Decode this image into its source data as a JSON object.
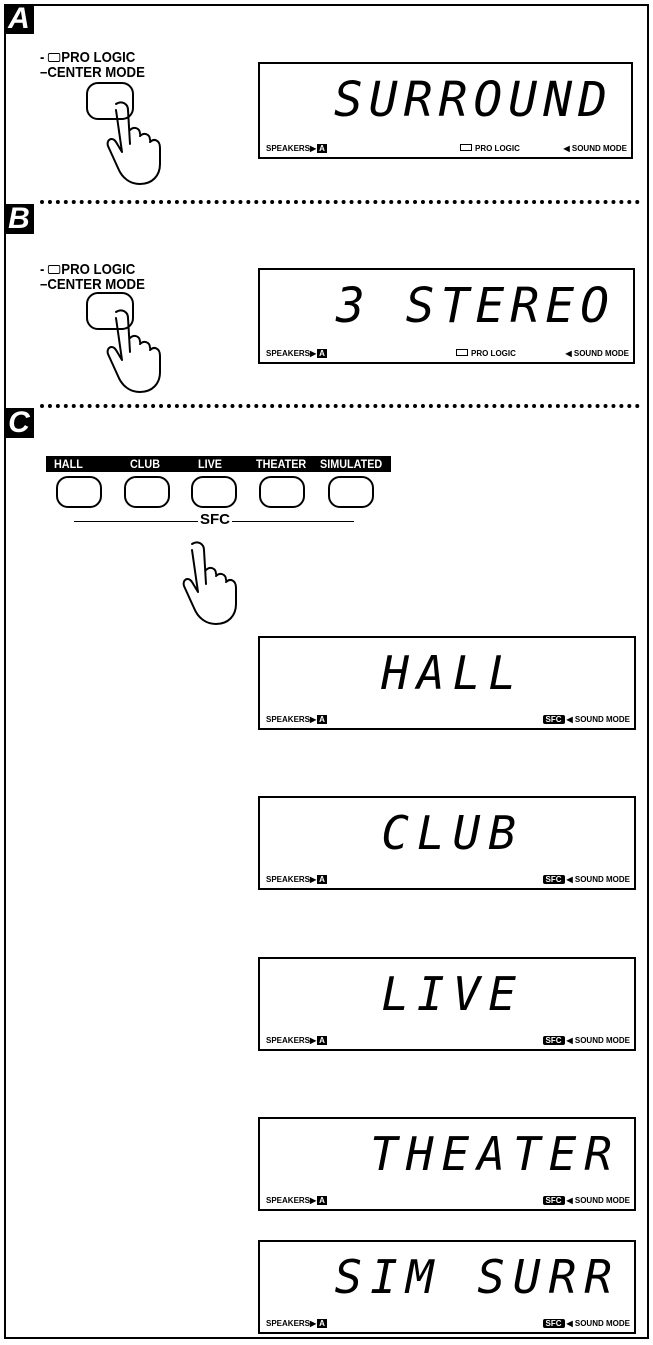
{
  "sections": {
    "a": {
      "label": "A",
      "button_label_line1": "PRO LOGIC",
      "button_label_line2": "–CENTER MODE",
      "display": {
        "text": "SURROUND",
        "speakers": "SPEAKERS▶",
        "speakers_box": "A",
        "indicator": "PRO LOGIC",
        "mode": "◀ SOUND MODE"
      }
    },
    "b": {
      "label": "B",
      "button_label_line1": "PRO LOGIC",
      "button_label_line2": "–CENTER MODE",
      "display": {
        "text": "3 STEREO",
        "speakers": "SPEAKERS▶",
        "speakers_box": "A",
        "indicator": "PRO LOGIC",
        "mode": "◀ SOUND MODE"
      }
    },
    "c": {
      "label": "C",
      "sfc_buttons": [
        "HALL",
        "CLUB",
        "LIVE",
        "THEATER",
        "SIMULATED"
      ],
      "sfc_caption": "SFC",
      "displays": [
        {
          "text": "HALL",
          "speakers": "SPEAKERS▶",
          "speakers_box": "A",
          "sfc": "SFC",
          "mode": "◀ SOUND MODE"
        },
        {
          "text": "CLUB",
          "speakers": "SPEAKERS▶",
          "speakers_box": "A",
          "sfc": "SFC",
          "mode": "◀ SOUND MODE"
        },
        {
          "text": "LIVE",
          "speakers": "SPEAKERS▶",
          "speakers_box": "A",
          "sfc": "SFC",
          "mode": "◀ SOUND MODE"
        },
        {
          "text": "THEATER",
          "speakers": "SPEAKERS▶",
          "speakers_box": "A",
          "sfc": "SFC",
          "mode": "◀ SOUND MODE"
        },
        {
          "text": "SIM SURR",
          "speakers": "SPEAKERS▶",
          "speakers_box": "A",
          "sfc": "SFC",
          "mode": "◀ SOUND MODE"
        }
      ]
    }
  }
}
